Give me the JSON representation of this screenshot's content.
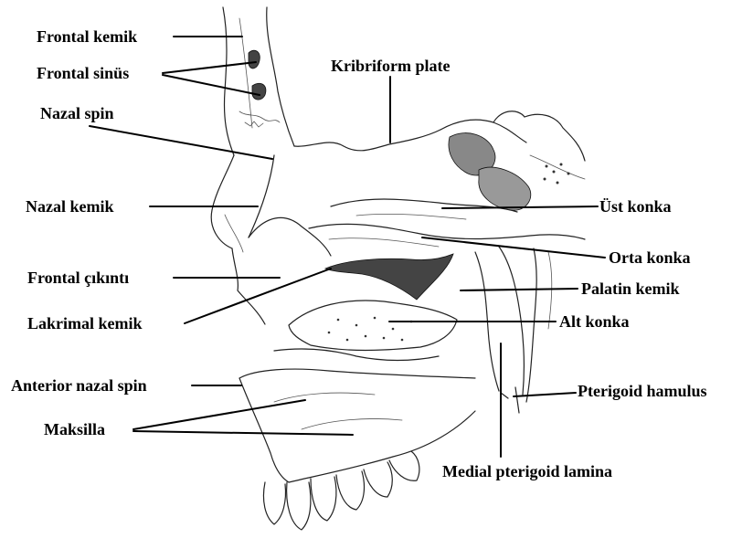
{
  "labels": {
    "frontal_kemik": "Frontal kemik",
    "frontal_sinus": "Frontal sinüs",
    "kribriform_plate": "Kribriform plate",
    "nazal_spin": "Nazal spin",
    "nazal_kemik": "Nazal kemik",
    "ust_konka": "Üst konka",
    "orta_konka": "Orta konka",
    "frontal_cikinti": "Frontal çıkıntı",
    "palatin_kemik": "Palatin kemik",
    "lakrimal_kemik": "Lakrimal kemik",
    "alt_konka": "Alt konka",
    "anterior_nazal_spin": "Anterior nazal spin",
    "pterigoid_hamulus": "Pterigoid hamulus",
    "maksilla": "Maksilla",
    "medial_pterigoid_lamina": "Medial pterigoid lamina"
  }
}
